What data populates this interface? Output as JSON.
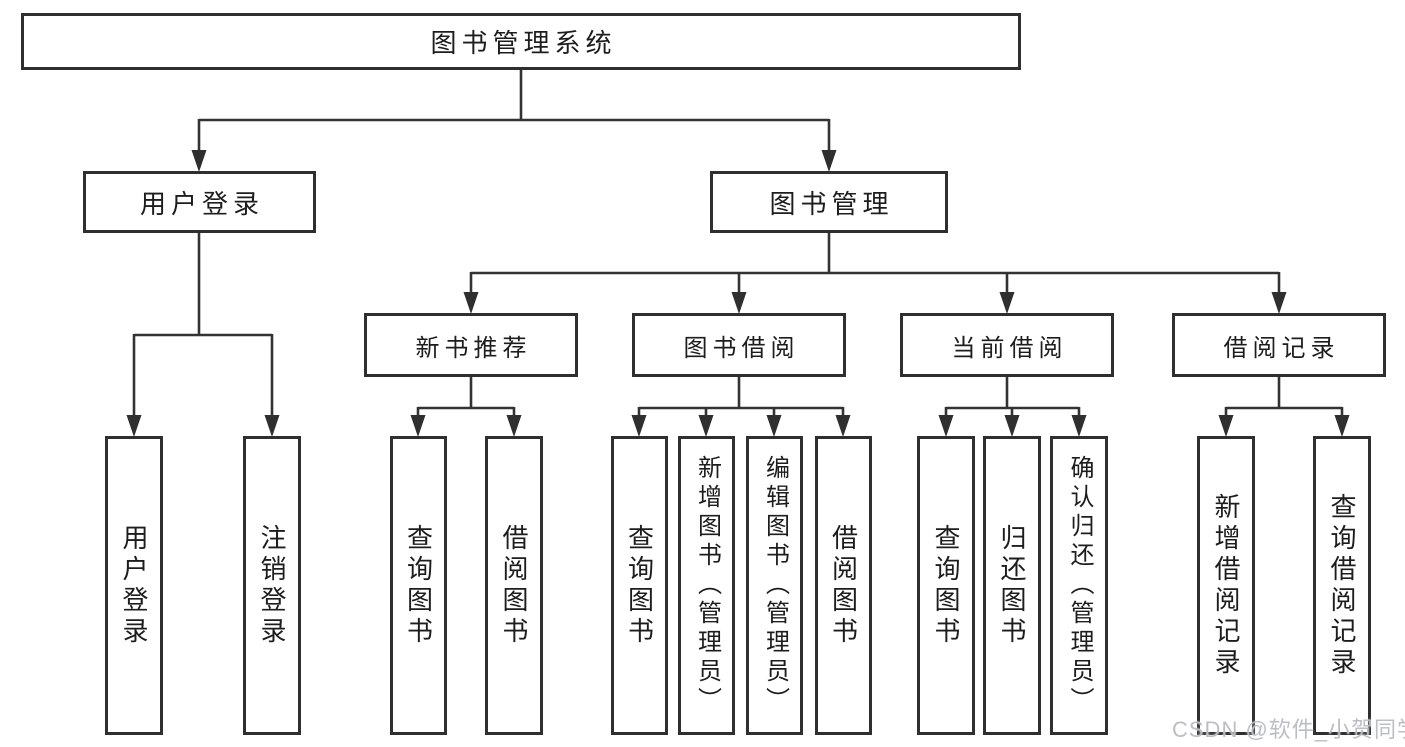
{
  "diagram": {
    "type": "hierarchy-tree",
    "orientation": "top-down"
  },
  "colors": {
    "background": "#ffffff",
    "box_border": "#2f2f2f",
    "connector_line": "#333333",
    "text": "#1d1d1d",
    "watermark": "#b7bcc2"
  },
  "tree": {
    "root": {
      "label": "图书管理系统"
    },
    "level2": [
      {
        "label": "用户登录",
        "children": [
          {
            "label": "用户登录"
          },
          {
            "label": "注销登录"
          }
        ]
      },
      {
        "label": "图书管理",
        "children": [
          {
            "label": "新书推荐",
            "children": [
              {
                "label": "查询图书"
              },
              {
                "label": "借阅图书"
              }
            ]
          },
          {
            "label": "图书借阅",
            "children": [
              {
                "label": "查询图书"
              },
              {
                "label": "新增图书（管理员）"
              },
              {
                "label": "编辑图书（管理员）"
              },
              {
                "label": "借阅图书"
              }
            ]
          },
          {
            "label": "当前借阅",
            "children": [
              {
                "label": "查询图书"
              },
              {
                "label": "归还图书"
              },
              {
                "label": "确认归还（管理员）"
              }
            ]
          },
          {
            "label": "借阅记录",
            "children": [
              {
                "label": "新增借阅记录"
              },
              {
                "label": "查询借阅记录"
              }
            ]
          }
        ]
      }
    ]
  },
  "watermark": {
    "text": "CSDN @软件_小贺同学"
  }
}
